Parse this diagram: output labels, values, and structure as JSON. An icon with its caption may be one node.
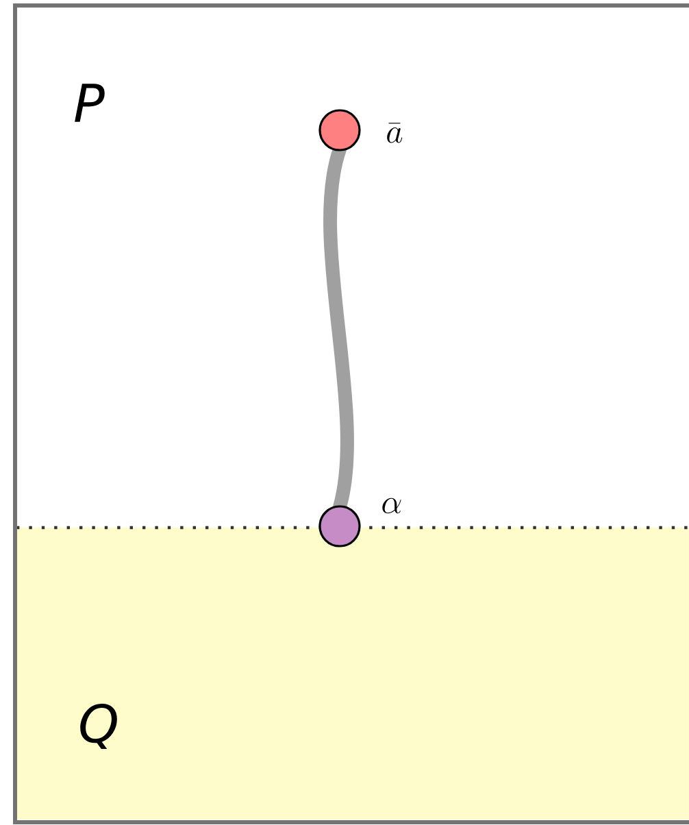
{
  "diagram": {
    "nodes": [
      {
        "text": [],
        "shape": "circle",
        "beside": [
          "\\bar{a}"
        ]
      },
      {
        "text": [],
        "shape": "circle",
        "beside": [
          "\\alpha"
        ]
      }
    ],
    "edges": [
      {
        "from": 0,
        "to": 1,
        "arrow": "none",
        "color": "#a0a0a0"
      }
    ],
    "labels": [
      "P",
      "Q"
    ]
  }
}
